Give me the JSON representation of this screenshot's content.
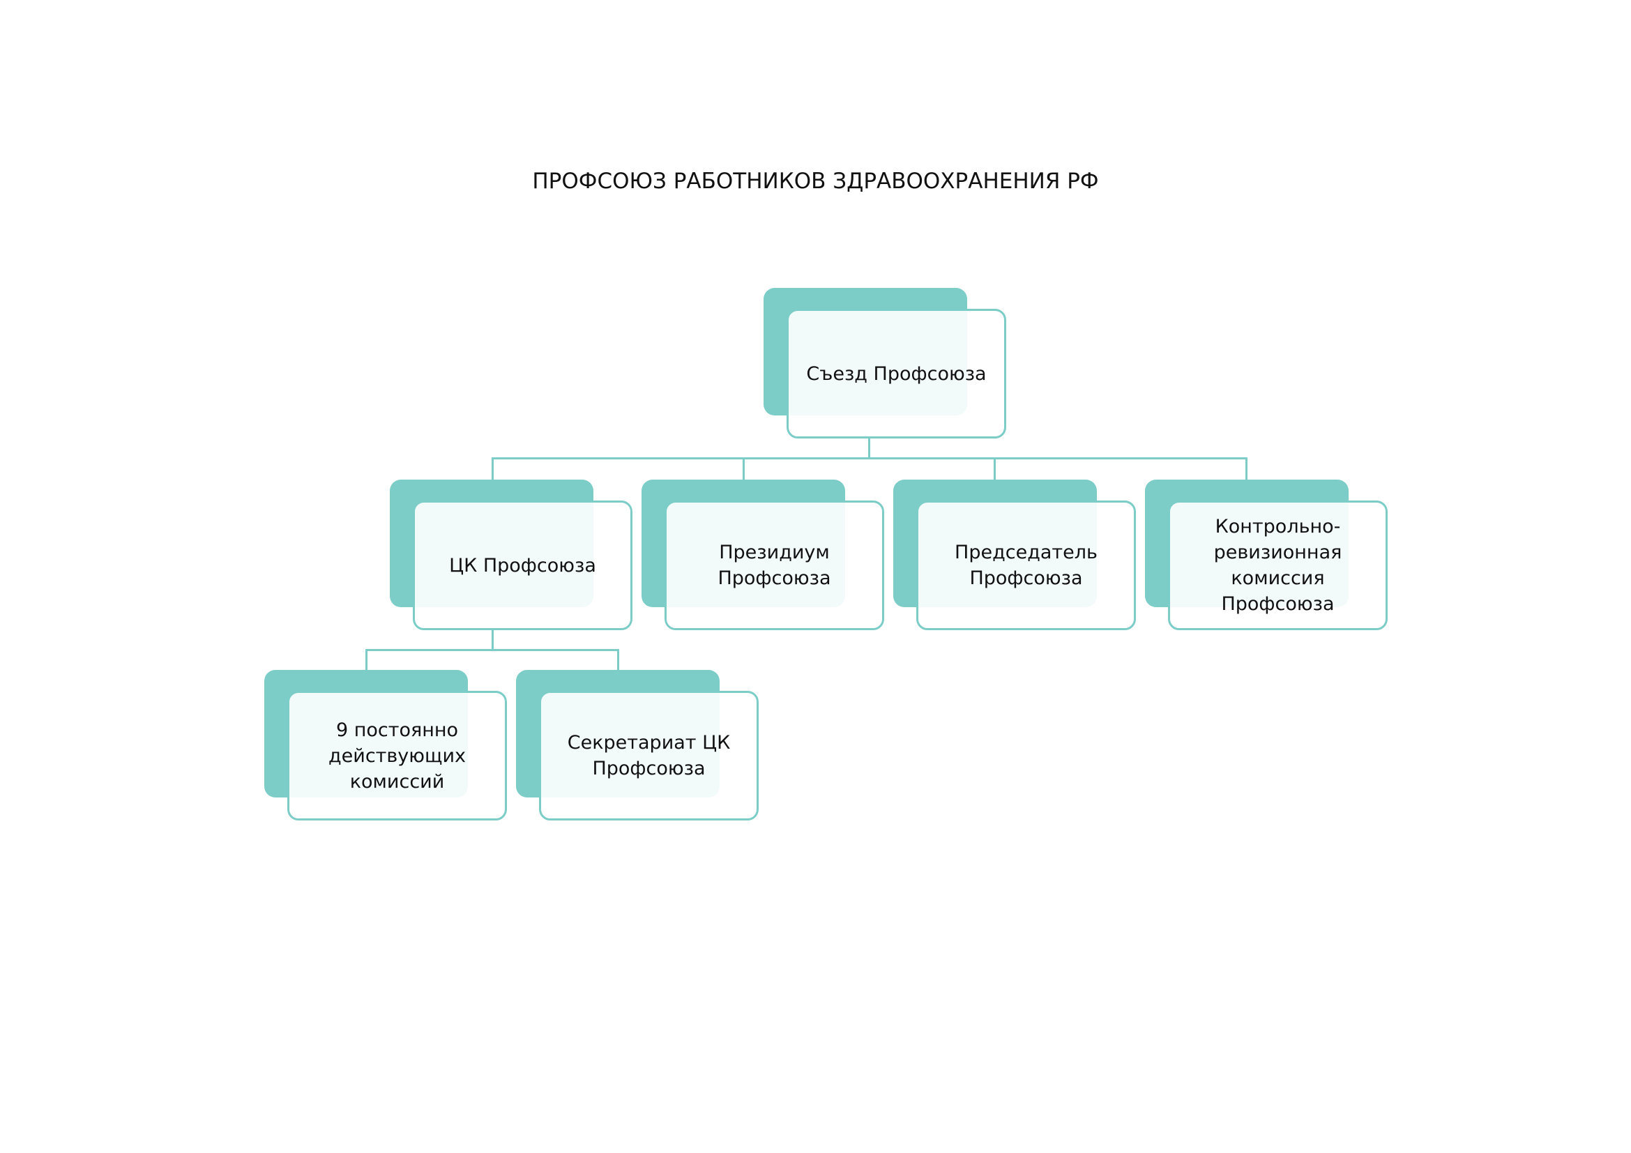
{
  "title": "ПРОФСОЮЗ РАБОТНИКОВ ЗДРАВООХРАНЕНИЯ РФ",
  "nodes": {
    "congress": "Съезд Профсоюза",
    "ck": "ЦК Профсоюза",
    "presidium": "Президиум Профсоюза",
    "chairman": "Председатель Профсоюза",
    "audit": "Контрольно-ревизионная комиссия Профсоюза",
    "commissions": "9 постоянно действующих комиссий",
    "secretariat": "Секретариат ЦК Профсоюза"
  },
  "colors": {
    "accent": "#7ccdc7"
  }
}
